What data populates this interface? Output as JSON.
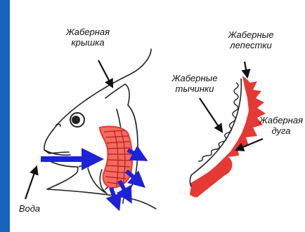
{
  "colors": {
    "side_bar": "#1565c0",
    "gill_red": "#e53935",
    "water_arrow": "#1e22d6",
    "outline": "#222222"
  },
  "labels": {
    "operculum_line1": "Жаберная",
    "operculum_line2": "крышка",
    "filaments_line1": "Жаберные",
    "filaments_line2": "лепестки",
    "rakers_line1": "Жаберные",
    "rakers_line2": "тычинки",
    "arch_line1": "Жаберная",
    "arch_line2": "дуга",
    "water": "Вода"
  }
}
